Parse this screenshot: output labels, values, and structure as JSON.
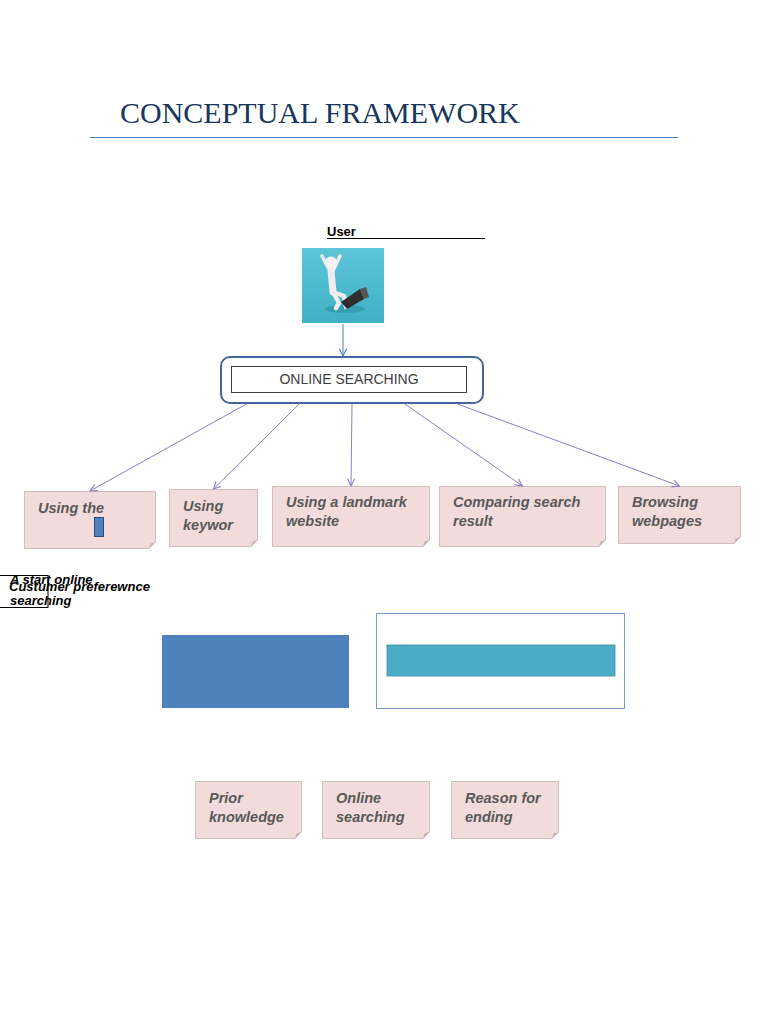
{
  "diagram": {
    "title": "CONCEPTUAL FRAMEWORK",
    "nodes": [
      {
        "text": [
          "User"
        ]
      },
      {
        "text": [
          "ONLINE SEARCHING"
        ]
      },
      {
        "text": [
          "Using the"
        ]
      },
      {
        "text": [
          "Using keywor"
        ]
      },
      {
        "text": [
          "Using a landmark website"
        ]
      },
      {
        "text": [
          "Comparing search result"
        ]
      },
      {
        "text": [
          "Browsing webpages"
        ]
      },
      {
        "text": [
          "Prior knowledge"
        ]
      },
      {
        "text": [
          "Online searching"
        ]
      },
      {
        "text": [
          "Reason for ending"
        ]
      }
    ],
    "edges": [
      {
        "from": 0,
        "to": 1,
        "arrow": "to"
      },
      {
        "from": 1,
        "to": 2,
        "arrow": "to"
      },
      {
        "from": 1,
        "to": 3,
        "arrow": "to"
      },
      {
        "from": 1,
        "to": 4,
        "arrow": "to"
      },
      {
        "from": 1,
        "to": 5,
        "arrow": "to"
      },
      {
        "from": 1,
        "to": 6,
        "arrow": "to"
      }
    ],
    "labels": [
      "A start online searching",
      "Custumer preferewnce"
    ]
  }
}
